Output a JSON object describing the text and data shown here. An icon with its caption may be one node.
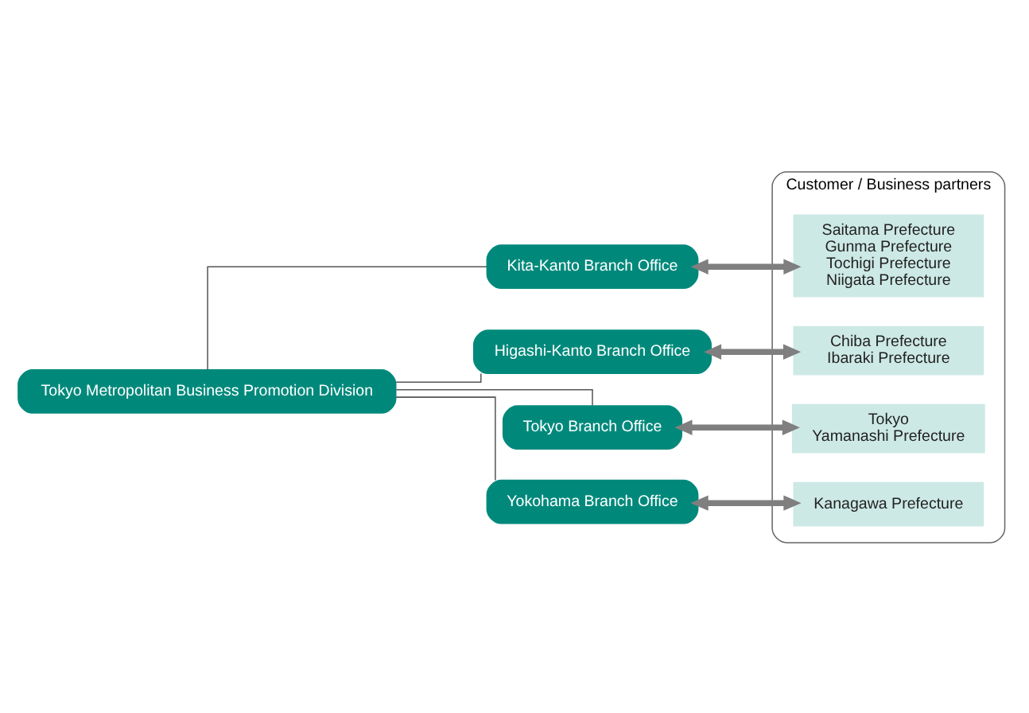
{
  "diagram": {
    "nodes": [
      {
        "text": [
          "Tokyo Metropolitan Business Promotion Division"
        ]
      },
      {
        "text": [
          "Kita-Kanto Branch Office"
        ]
      },
      {
        "text": [
          "Higashi-Kanto Branch Office"
        ]
      },
      {
        "text": [
          "Tokyo Branch Office"
        ]
      },
      {
        "text": [
          "Yokohama Branch Office"
        ]
      },
      {
        "text": [
          "Customer / Business partners"
        ]
      },
      {
        "text": [
          "Saitama Prefecture",
          "Gunma Prefecture",
          "Tochigi Prefecture",
          "Niigata Prefecture"
        ],
        "in": 5
      },
      {
        "text": [
          "Chiba Prefecture",
          "Ibaraki Prefecture"
        ],
        "in": 5
      },
      {
        "text": [
          "Tokyo",
          "Yamanashi Prefecture"
        ],
        "in": 5
      },
      {
        "text": [
          "Kanagawa Prefecture"
        ],
        "in": 5
      }
    ],
    "edges": [
      {
        "from": 0,
        "to": 1,
        "arrow": "none"
      },
      {
        "from": 0,
        "to": 2,
        "arrow": "none"
      },
      {
        "from": 0,
        "to": 3,
        "arrow": "none"
      },
      {
        "from": 0,
        "to": 4,
        "arrow": "none"
      },
      {
        "from": 1,
        "to": 6,
        "arrow": "both",
        "style": "thick",
        "color": "#7f7f7f"
      },
      {
        "from": 2,
        "to": 7,
        "arrow": "both",
        "style": "thick",
        "color": "#7f7f7f"
      },
      {
        "from": 3,
        "to": 8,
        "arrow": "both",
        "style": "thick",
        "color": "#7f7f7f"
      },
      {
        "from": 4,
        "to": 9,
        "arrow": "both",
        "style": "thick",
        "color": "#7f7f7f"
      }
    ]
  }
}
